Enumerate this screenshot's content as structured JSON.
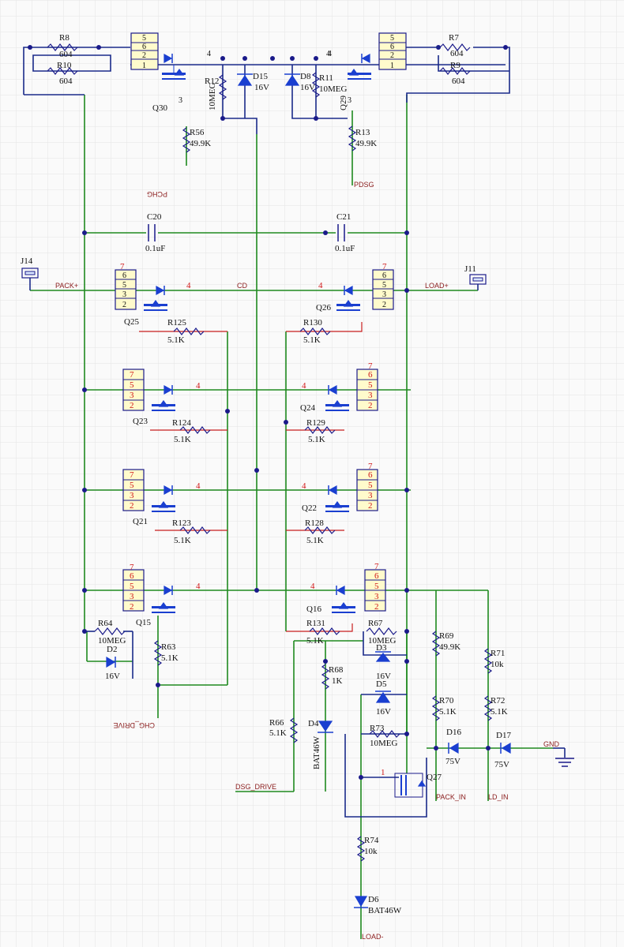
{
  "resistors": [
    {
      "ref": "R8",
      "value": "604"
    },
    {
      "ref": "R10",
      "value": "604"
    },
    {
      "ref": "R7",
      "value": "604"
    },
    {
      "ref": "R9",
      "value": "604"
    },
    {
      "ref": "R12",
      "value": "10MEG"
    },
    {
      "ref": "R11",
      "value": "10MEG"
    },
    {
      "ref": "R56",
      "value": "49.9K"
    },
    {
      "ref": "R13",
      "value": "49.9K"
    },
    {
      "ref": "R125",
      "value": "5.1K"
    },
    {
      "ref": "R130",
      "value": "5.1K"
    },
    {
      "ref": "R124",
      "value": "5.1K"
    },
    {
      "ref": "R129",
      "value": "5.1K"
    },
    {
      "ref": "R123",
      "value": "5.1K"
    },
    {
      "ref": "R128",
      "value": "5.1K"
    },
    {
      "ref": "R64",
      "value": "10MEG"
    },
    {
      "ref": "R63",
      "value": "5.1K"
    },
    {
      "ref": "R131",
      "value": "5.1K"
    },
    {
      "ref": "R67",
      "value": "10MEG"
    },
    {
      "ref": "R68",
      "value": "1K"
    },
    {
      "ref": "R66",
      "value": "5.1K"
    },
    {
      "ref": "R73",
      "value": "10MEG"
    },
    {
      "ref": "R69",
      "value": "49.9K"
    },
    {
      "ref": "R70",
      "value": "5.1K"
    },
    {
      "ref": "R71",
      "value": "10k"
    },
    {
      "ref": "R72",
      "value": "5.1K"
    },
    {
      "ref": "R74",
      "value": "10k"
    }
  ],
  "diodes": [
    {
      "ref": "D15",
      "value": "16V"
    },
    {
      "ref": "D8",
      "value": "16V"
    },
    {
      "ref": "D2",
      "value": "16V"
    },
    {
      "ref": "D3",
      "value": "16V"
    },
    {
      "ref": "D5",
      "value": "16V"
    },
    {
      "ref": "D4",
      "value": "BAT46W"
    },
    {
      "ref": "D6",
      "value": "BAT46W"
    },
    {
      "ref": "D16",
      "value": "75V"
    },
    {
      "ref": "D17",
      "value": "75V"
    }
  ],
  "capacitors": [
    {
      "ref": "C20",
      "value": "0.1uF"
    },
    {
      "ref": "C21",
      "value": "0.1uF"
    }
  ],
  "transistors": [
    "Q30",
    "Q29",
    "Q25",
    "Q26",
    "Q23",
    "Q24",
    "Q21",
    "Q22",
    "Q15",
    "Q16",
    "Q27"
  ],
  "connectors": [
    "J14",
    "J11"
  ],
  "nets": {
    "pchg": "PCHG",
    "pdsg": "PDSG",
    "pack_plus": "PACK+",
    "cd": "CD",
    "load_plus": "LOAD+",
    "chg_drive": "CHG_DRIVE",
    "dsg_drive": "DSG_DRIVE",
    "pack_in": "PACK_IN",
    "ld_in": "LD_IN",
    "gnd": "GND",
    "load_minus": "LOAD-"
  },
  "pins": {
    "p1": "1",
    "p2": "2",
    "p3": "3",
    "p4": "4",
    "p5": "5",
    "p6": "6",
    "p7": "7"
  }
}
